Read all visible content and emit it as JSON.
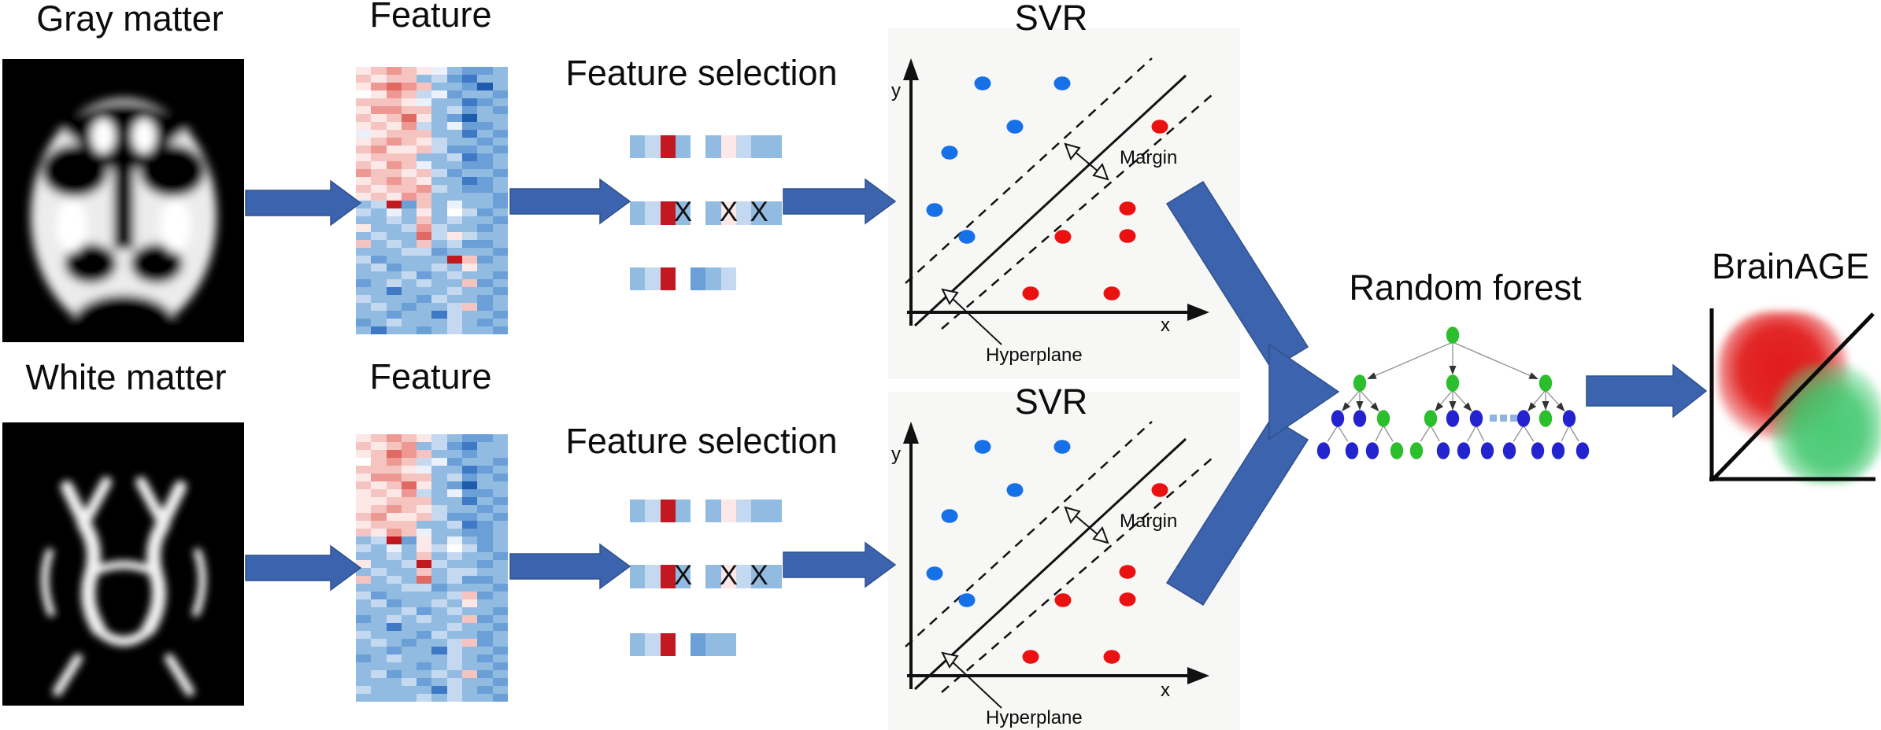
{
  "labels": {
    "gray_matter": "Gray matter",
    "white_matter": "White matter",
    "feature_top": "Feature",
    "feature_bottom": "Feature",
    "selection_top": "Feature selection",
    "selection_bottom": "Feature selection",
    "svr_top": "SVR",
    "svr_bottom": "SVR",
    "forest": "Random forest",
    "brainage": "BrainAGE",
    "margin": "Margin",
    "hyperplane": "Hyperplane",
    "axis_x": "x",
    "axis_y": "y"
  },
  "colors": {
    "arrow": "#3c63ad",
    "arrow_edge": "#30518d",
    "scatter_blue": "#1670e8",
    "scatter_red": "#ea1111",
    "node_green": "#2cbe2c",
    "node_blue": "#2424cf",
    "tree_edge": "#8f8f8f",
    "ellipsis_blue": "#8fb4e0",
    "plot_bg": "#f7f7f5",
    "blob_red": "#e01818",
    "blob_green": "#35c46a"
  },
  "heatmap_palette": {
    "0": "#ffffff",
    "1": "#fce8e6",
    "2": "#f6c4c0",
    "3": "#ee9893",
    "4": "#e06a63",
    "5": "#c2181f",
    "6": "#eaf1fa",
    "7": "#c4d9ef",
    "8": "#92bbe2",
    "9": "#6b9fd8",
    "a": "#3d79c4",
    "b": "#1e5bab"
  },
  "heatmaps": {
    "top": [
      "1232168998",
      "2122879a88",
      "13432889b8",
      "0132769889",
      "2221688a98",
      "1332287989",
      "2124189b88",
      "1213786998",
      "6122288a89",
      "1232178898",
      "2311279989",
      "1222887a98",
      "2132688998",
      "3221279889",
      "1232188a98",
      "2122378998",
      "1213288889",
      "8759286889",
      "7868180798",
      "8878287889",
      "1887378898",
      "8788471788",
      "2878287998",
      "8887798889",
      "7988885298",
      "8798878188",
      "8887987889",
      "9878788298",
      "88a8887889",
      "7888978898",
      "8789887298",
      "88988a7889",
      "9878887898",
      "8a88987889"
    ],
    "bottom": [
      "1232178998",
      "2123879a88",
      "1243288988",
      "0232769889",
      "2221688a98",
      "1332287989",
      "2124189b88",
      "1213786998",
      "1122288a89",
      "1232178898",
      "2311279989",
      "1222887a98",
      "2132688998",
      "8759186898",
      "7868170798",
      "8878287889",
      "1887578898",
      "8788287788",
      "2878487998",
      "8887798889",
      "7988887298",
      "8798878188",
      "8887987889",
      "9878788298",
      "88a8887889",
      "7888978898",
      "8789887298",
      "88988a7889",
      "9878887898",
      "8888987889",
      "8798878298",
      "8887987889",
      "78888a7898",
      "8888787889"
    ]
  },
  "strips": {
    "x_mark_char": "X",
    "top": [
      {
        "cells": "8758081788",
        "x_marks": []
      },
      {
        "cells": "8758081788",
        "x_marks": [
          3,
          6,
          8
        ]
      },
      {
        "cells": "8750987",
        "x_marks": []
      }
    ],
    "bottom": [
      {
        "cells": "8758081788",
        "x_marks": []
      },
      {
        "cells": "8758081788",
        "x_marks": [
          3,
          6,
          8
        ]
      },
      {
        "cells": "8750988",
        "x_marks": []
      }
    ]
  },
  "svr_points": {
    "blue": [
      [
        1248,
        106
      ],
      [
        1349,
        106
      ],
      [
        1289,
        161
      ],
      [
        1206,
        194
      ],
      [
        1187,
        267
      ],
      [
        1228,
        301
      ]
    ],
    "red": [
      [
        1473,
        161
      ],
      [
        1432,
        265
      ],
      [
        1432,
        300
      ],
      [
        1350,
        301
      ],
      [
        1309,
        373
      ],
      [
        1412,
        373
      ]
    ]
  },
  "tree": {
    "root": "green",
    "level2": [
      "green",
      "green",
      "green"
    ],
    "level3": [
      [
        "blue",
        "blue",
        "green"
      ],
      [
        "green",
        "blue",
        "blue"
      ],
      [
        "blue",
        "green",
        "blue"
      ]
    ],
    "leaves": [
      [
        "blue",
        "blue",
        "blue",
        "green"
      ],
      [
        "green",
        "blue",
        "blue",
        "blue"
      ],
      [
        "blue",
        "blue",
        "blue",
        "blue"
      ]
    ],
    "ellipsis": "..."
  },
  "chart_data": [
    {
      "type": "scatter",
      "title": "SVR",
      "panel": "top",
      "xlabel": "x",
      "ylabel": "y",
      "annotations": [
        "Margin",
        "Hyperplane"
      ],
      "series": [
        {
          "name": "class-blue",
          "color": "#1670e8",
          "points": [
            [
              0.26,
              0.95
            ],
            [
              0.54,
              0.95
            ],
            [
              0.37,
              0.77
            ],
            [
              0.14,
              0.67
            ],
            [
              0.08,
              0.43
            ],
            [
              0.2,
              0.31
            ]
          ]
        },
        {
          "name": "class-red",
          "color": "#ea1111",
          "points": [
            [
              0.89,
              0.77
            ],
            [
              0.77,
              0.43
            ],
            [
              0.77,
              0.32
            ],
            [
              0.54,
              0.31
            ],
            [
              0.43,
              0.08
            ],
            [
              0.72,
              0.08
            ]
          ]
        }
      ]
    },
    {
      "type": "scatter",
      "title": "SVR",
      "panel": "bottom",
      "xlabel": "x",
      "ylabel": "y",
      "annotations": [
        "Margin",
        "Hyperplane"
      ],
      "series": [
        {
          "name": "class-blue",
          "color": "#1670e8",
          "points": [
            [
              0.26,
              0.95
            ],
            [
              0.54,
              0.95
            ],
            [
              0.37,
              0.77
            ],
            [
              0.14,
              0.67
            ],
            [
              0.08,
              0.43
            ],
            [
              0.2,
              0.31
            ]
          ]
        },
        {
          "name": "class-red",
          "color": "#ea1111",
          "points": [
            [
              0.89,
              0.77
            ],
            [
              0.77,
              0.43
            ],
            [
              0.77,
              0.32
            ],
            [
              0.54,
              0.31
            ],
            [
              0.43,
              0.08
            ],
            [
              0.72,
              0.08
            ]
          ]
        }
      ]
    },
    {
      "type": "area",
      "title": "BrainAGE",
      "description": "diagonal identity line; red fuzzy region above diagonal, green fuzzy region below diagonal",
      "regions": [
        {
          "color": "#e01818",
          "position": "above-diagonal"
        },
        {
          "color": "#35c46a",
          "position": "below-diagonal"
        }
      ]
    }
  ]
}
